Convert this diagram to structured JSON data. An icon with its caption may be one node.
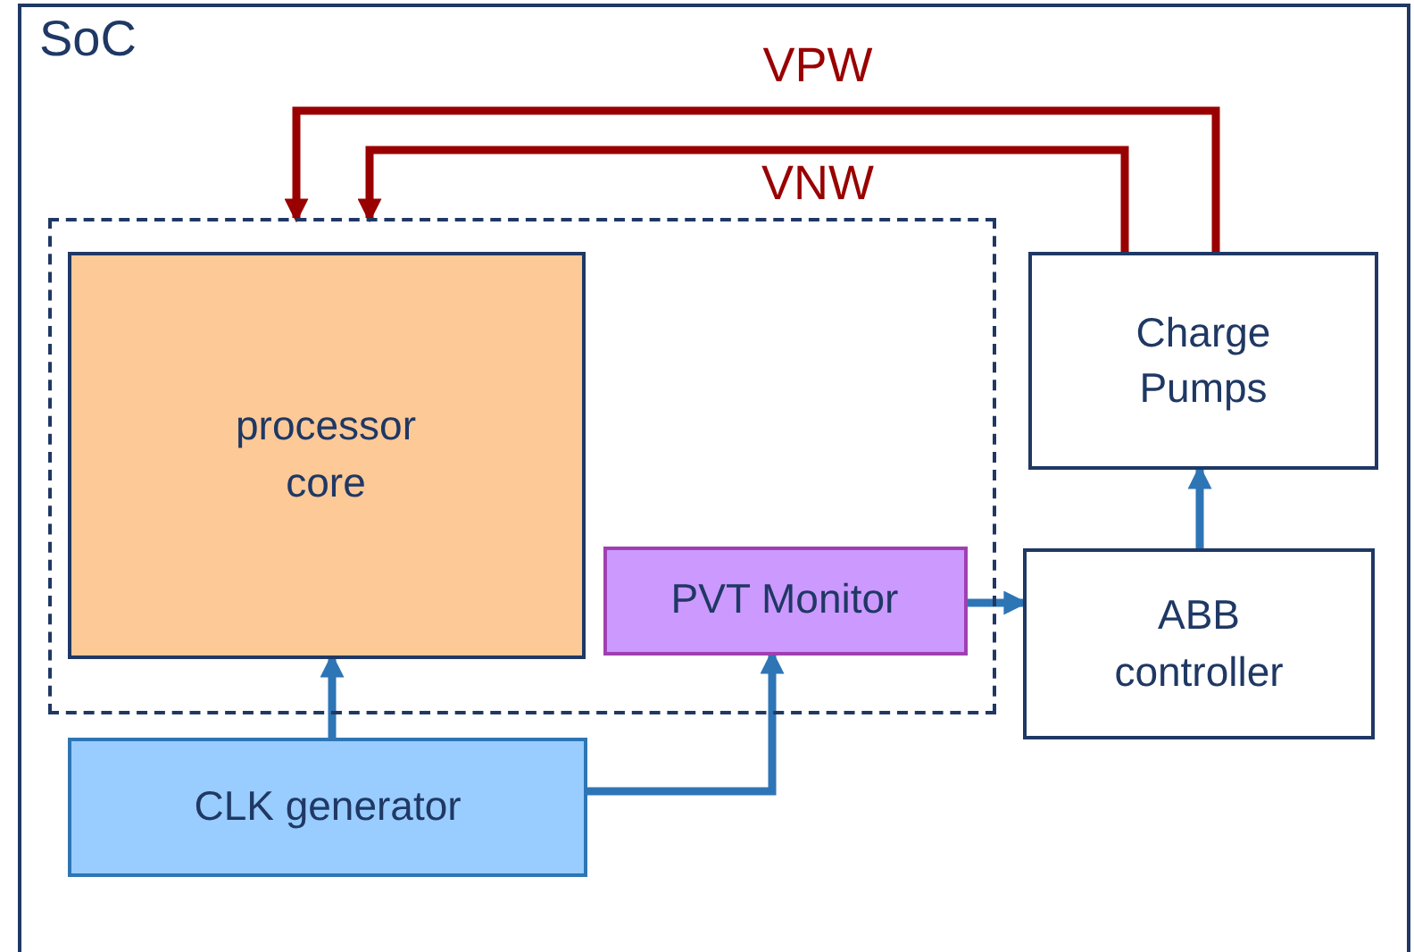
{
  "diagram": {
    "nodes": [
      {
        "text": [
          "SoC"
        ]
      },
      {
        "text": [],
        "shape": "box",
        "in": 0
      },
      {
        "text": [
          "processor core"
        ],
        "in": 1
      },
      {
        "text": [
          "PVT Monitor"
        ],
        "in": 1
      },
      {
        "text": [
          "Charge Pumps"
        ],
        "in": 0
      },
      {
        "text": [
          "ABB controller"
        ],
        "in": 0
      },
      {
        "text": [
          "CLK generator"
        ],
        "in": 0
      }
    ],
    "edges": [
      {
        "from": 4,
        "to": 1,
        "arrow": "to",
        "label": "VPW",
        "color": "#990000"
      },
      {
        "from": 4,
        "to": 1,
        "arrow": "to",
        "label": "VNW",
        "color": "#990000"
      },
      {
        "from": 6,
        "to": 2,
        "arrow": "to"
      },
      {
        "from": 6,
        "to": 3,
        "arrow": "to"
      },
      {
        "from": 3,
        "to": 5,
        "arrow": "to"
      },
      {
        "from": 5,
        "to": 4,
        "arrow": "to"
      }
    ]
  }
}
